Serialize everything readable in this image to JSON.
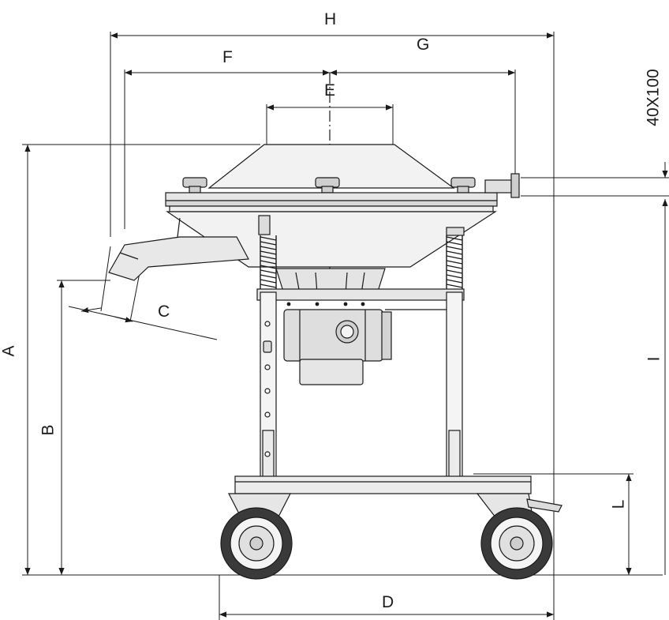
{
  "dimensions": {
    "A": "A",
    "B": "B",
    "C": "C",
    "D": "D",
    "E": "E",
    "F": "F",
    "G": "G",
    "H": "H",
    "I": "I",
    "L": "L",
    "flange": "40X100"
  },
  "colors": {
    "line": "#1a1a1a",
    "fill_light": "#f2f2f2",
    "fill_mid": "#cfcfcf",
    "fill_dark": "#3a3a3a"
  }
}
